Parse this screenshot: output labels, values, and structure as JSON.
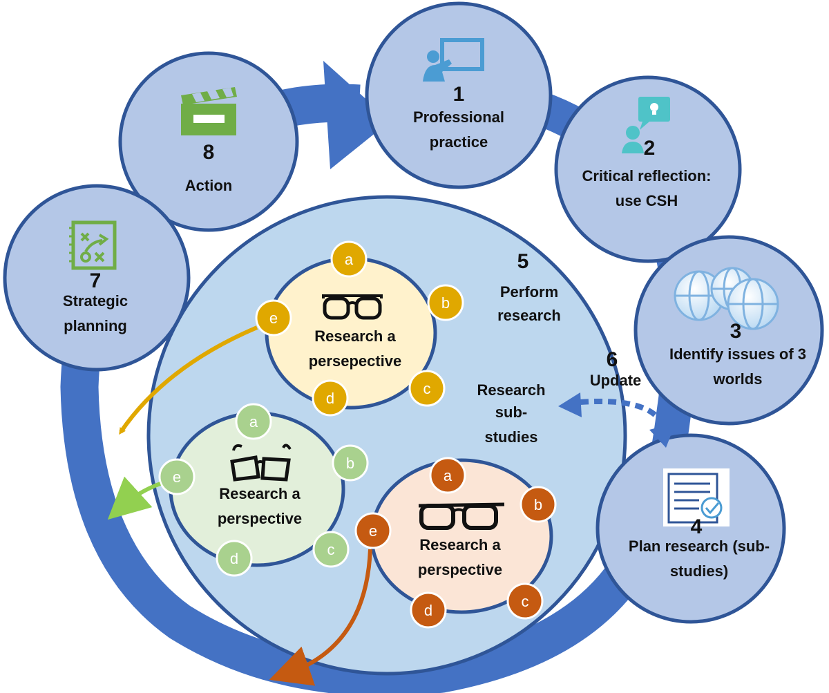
{
  "steps": {
    "s1": {
      "num": "1",
      "line1": "Professional",
      "line2": "practice",
      "icon": "presentation-icon"
    },
    "s2": {
      "num": "2",
      "line1": "Critical reflection:",
      "line2": "use CSH",
      "icon": "person-idea-icon"
    },
    "s3": {
      "num": "3",
      "line1": "Identify issues of 3",
      "line2": "worlds",
      "icon": "globes-icon"
    },
    "s4": {
      "num": "4",
      "line1": "Plan research (sub-",
      "line2": "studies)",
      "icon": "checklist-icon"
    },
    "s5": {
      "num": "5",
      "line1": "Perform",
      "line2": "research"
    },
    "s6": {
      "num": "6",
      "line1": "Update"
    },
    "s7": {
      "num": "7",
      "line1": "Strategic",
      "line2": "planning",
      "icon": "strategy-board-icon"
    },
    "s8": {
      "num": "8",
      "line1": "Action",
      "icon": "clapperboard-icon"
    }
  },
  "substudies": {
    "line1": "Research",
    "line2": "sub-",
    "line3": "studies"
  },
  "perspectives": {
    "yellow": {
      "line1": "Research a",
      "line2": "persepective",
      "items": [
        "a",
        "b",
        "c",
        "d",
        "e"
      ]
    },
    "green": {
      "line1": "Research a",
      "line2": "perspective",
      "items": [
        "a",
        "b",
        "c",
        "d",
        "e"
      ]
    },
    "orange": {
      "line1": "Research a",
      "line2": "perspective",
      "items": [
        "a",
        "b",
        "c",
        "d",
        "e"
      ]
    }
  },
  "colors": {
    "cycle_arrow": "#4472c4",
    "step_fill": "#b4c7e7",
    "step_stroke": "#2f5597",
    "big_circle_fill": "#bdd7ee",
    "yellow_fill": "#fff2cc",
    "yellow_node": "#e0a800",
    "green_fill": "#e2efda",
    "green_node": "#a9d18e",
    "orange_fill": "#fbe5d6",
    "orange_node": "#c55a11",
    "icon_blue": "#4b9cd3",
    "icon_green": "#70ad47",
    "icon_teal": "#4fc3c8"
  }
}
